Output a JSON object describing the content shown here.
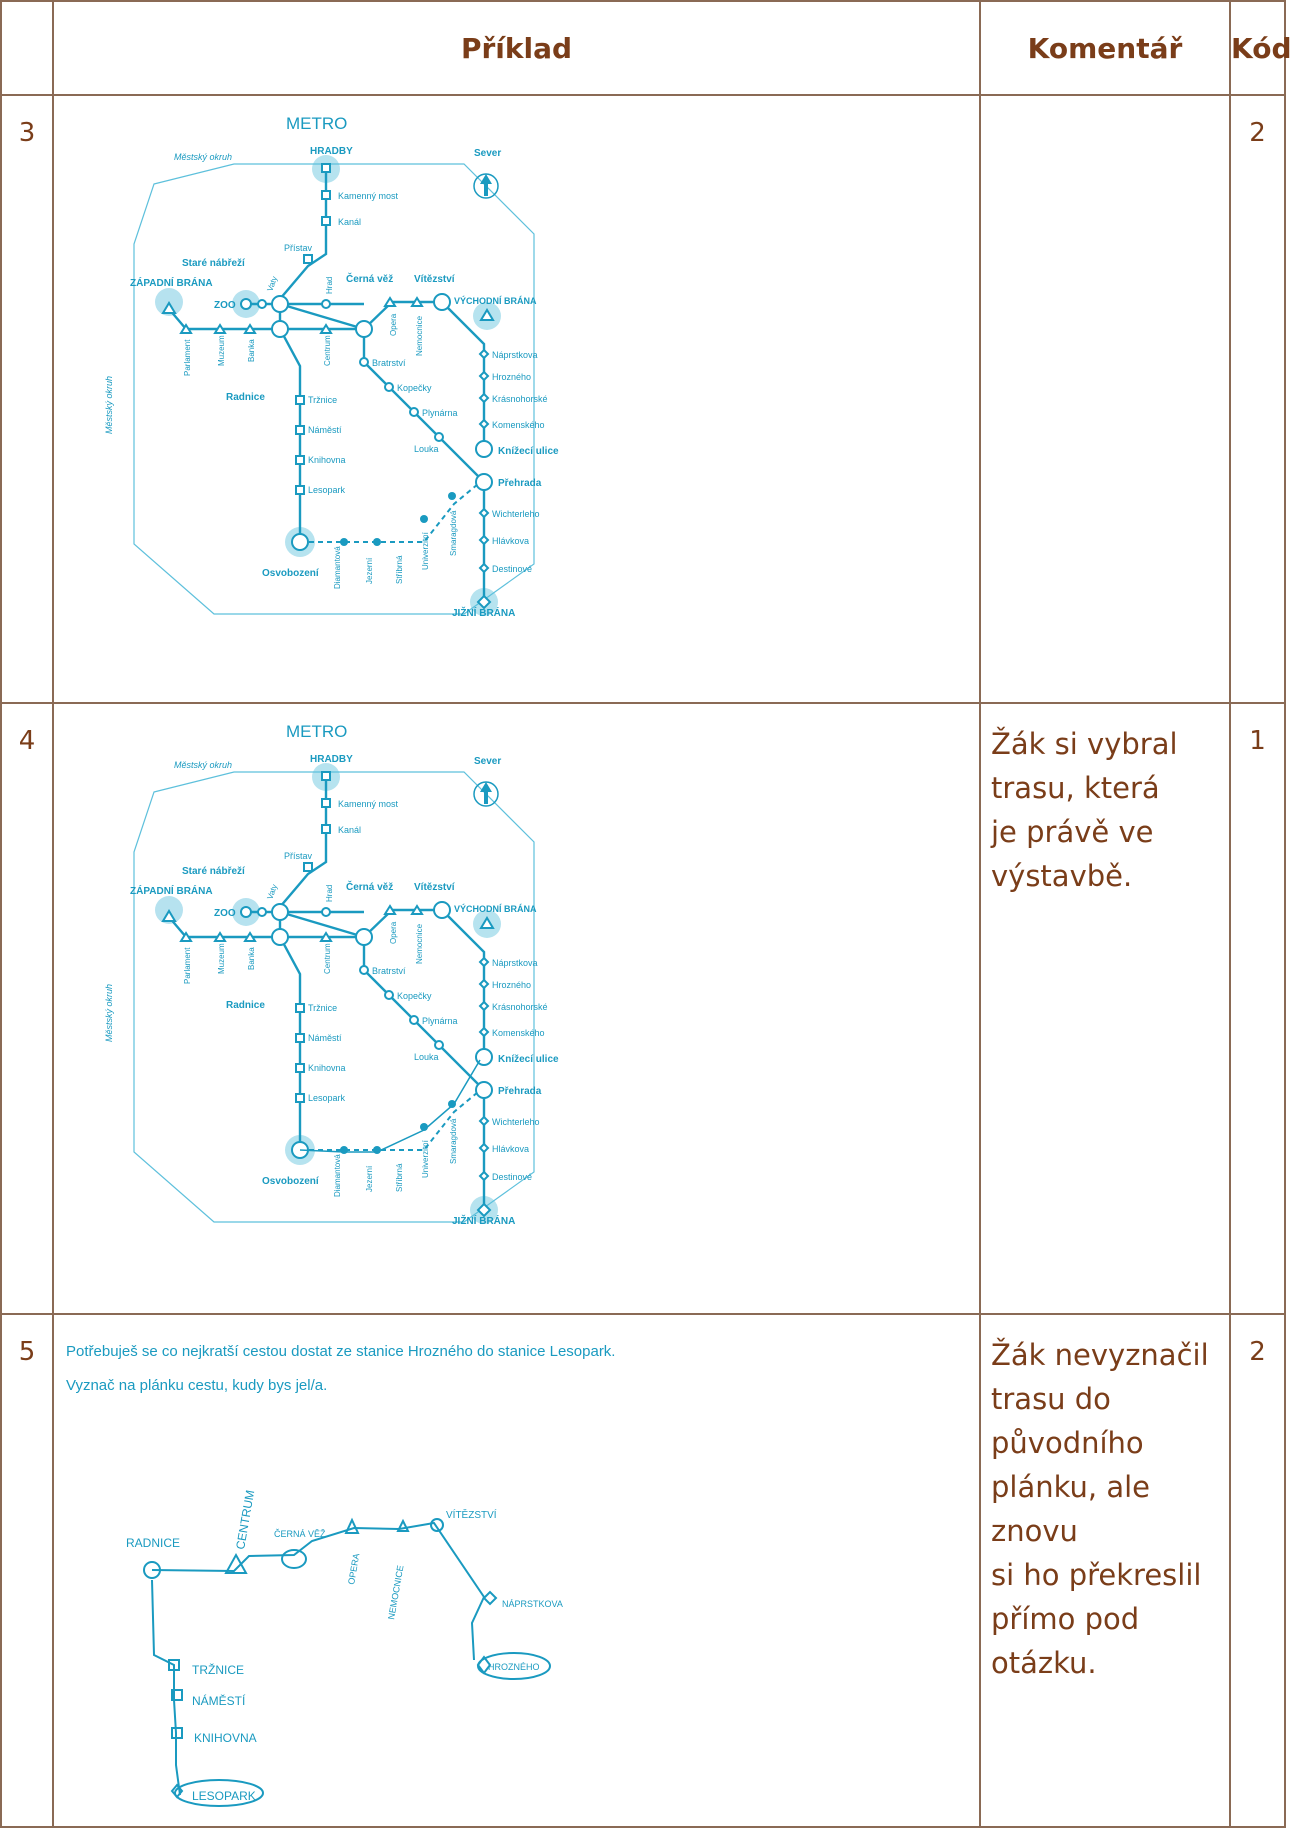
{
  "header": {
    "col_example": "Příklad",
    "col_comment": "Komentář",
    "col_code": "Kód"
  },
  "rows": [
    {
      "num": "3",
      "comment": [],
      "code": "2"
    },
    {
      "num": "4",
      "comment": [
        "Žák si vybral",
        "trasu, která",
        "je právě ve",
        "výstavbě."
      ],
      "code": "1"
    },
    {
      "num": "5",
      "comment": [
        "Žák nevyznačil",
        "trasu do",
        "původního",
        "plánku, ale znovu",
        "si ho překreslil",
        "přímo pod",
        "otázku."
      ],
      "code": "2"
    }
  ],
  "map": {
    "title": "METRO",
    "ring_label": "Městský okruh",
    "north": "Sever",
    "stations_top": [
      "HRADBY",
      "Kamenný most",
      "Kanál",
      "Přístav"
    ],
    "label_stare": "Staré nábřeží",
    "label_zapadni": "ZÁPADNÍ BRÁNA",
    "label_zoo": "ZOO",
    "label_vaty": "Vaty",
    "label_hrad": "Hrad",
    "label_cerna": "Černá věž",
    "label_vitezstvi": "Vítězství",
    "label_vychodni": "VÝCHODNÍ BRÁNA",
    "west_line": [
      "Parlament",
      "Muzeum",
      "Banka",
      "Centrum"
    ],
    "label_opera": "Opera",
    "label_nemocnice": "Nemocnice",
    "label_radnice": "Radnice",
    "south_line": [
      "Tržnice",
      "Náměstí",
      "Knihovna",
      "Lesopark"
    ],
    "label_osvobozeni": "Osvobození",
    "diag_line": [
      "Bratrství",
      "Kopečky",
      "Plynárna",
      "Louka"
    ],
    "east_line": [
      "Náprstkova",
      "Hrozného",
      "Krásnohorské",
      "Komenského"
    ],
    "label_knizeci": "Knížecí ulice",
    "label_prehrada": "Přehrada",
    "east_lower": [
      "Wichterleho",
      "Hlávkova",
      "Destinové"
    ],
    "label_jizni": "JIŽNÍ BRÁNA",
    "dotted": [
      "Diamantová",
      "Jezerní",
      "Stříbrná",
      "Univerzitní",
      "Smaragdová"
    ]
  },
  "question": {
    "line1": "Potřebuješ se co nejkratší cestou dostat ze stanice Hrozného do stanice Lesopark.",
    "line2": "Vyznač na plánku cestu, kudy bys jel/a."
  },
  "sketch_labels": [
    "RADNICE",
    "CENTRUM",
    "ČERNÁ VĚŽ",
    "OPERA",
    "NEMOCNICE",
    "VÍTĚZSTVÍ",
    "NÁPRSTKOVA",
    "HROZNÉHO",
    "TRŽNICE",
    "NÁMĚSTÍ",
    "KNIHOVNA",
    "LESOPARK"
  ]
}
